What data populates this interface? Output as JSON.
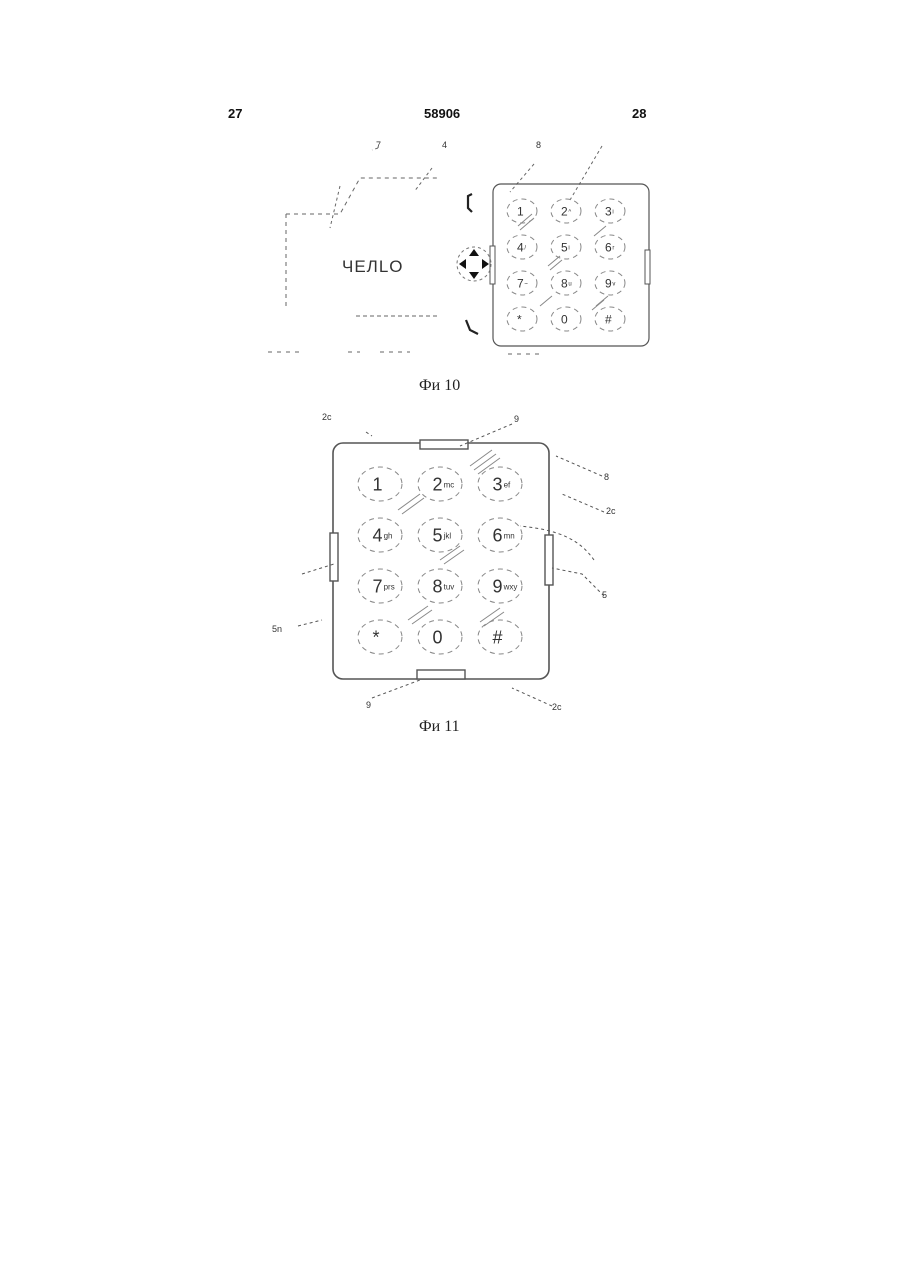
{
  "header": {
    "page_left": "27",
    "patent_number": "58906",
    "page_right": "28"
  },
  "figure10": {
    "caption": "Фи 10",
    "display_text": "ЧЕЛLO",
    "ref_labels": [
      "7",
      "4",
      "8"
    ],
    "keys": [
      {
        "main": "1",
        "sub": ""
      },
      {
        "main": "2",
        "sub": "^"
      },
      {
        "main": "3",
        "sub": "i"
      },
      {
        "main": "4",
        "sub": "/"
      },
      {
        "main": "5",
        "sub": "i"
      },
      {
        "main": "6",
        "sub": "r"
      },
      {
        "main": "7",
        "sub": "~"
      },
      {
        "main": "8",
        "sub": "u"
      },
      {
        "main": "9",
        "sub": "v"
      },
      {
        "main": "*",
        "sub": ""
      },
      {
        "main": "0",
        "sub": ""
      },
      {
        "main": "#",
        "sub": ""
      }
    ]
  },
  "figure11": {
    "caption": "Фи 11",
    "ref_labels": [
      "2c",
      "9",
      "8",
      "2c",
      "5",
      "5n",
      "9",
      "2c"
    ],
    "keys": [
      {
        "main": "1",
        "sub": ""
      },
      {
        "main": "2",
        "sub": "mc"
      },
      {
        "main": "3",
        "sub": "ef"
      },
      {
        "main": "4",
        "sub": "gh"
      },
      {
        "main": "5",
        "sub": "jkl"
      },
      {
        "main": "6",
        "sub": "mn"
      },
      {
        "main": "7",
        "sub": "prs"
      },
      {
        "main": "8",
        "sub": "tuv"
      },
      {
        "main": "9",
        "sub": "wxy"
      },
      {
        "main": "*",
        "sub": ""
      },
      {
        "main": "0",
        "sub": ""
      },
      {
        "main": "#",
        "sub": ""
      }
    ]
  }
}
